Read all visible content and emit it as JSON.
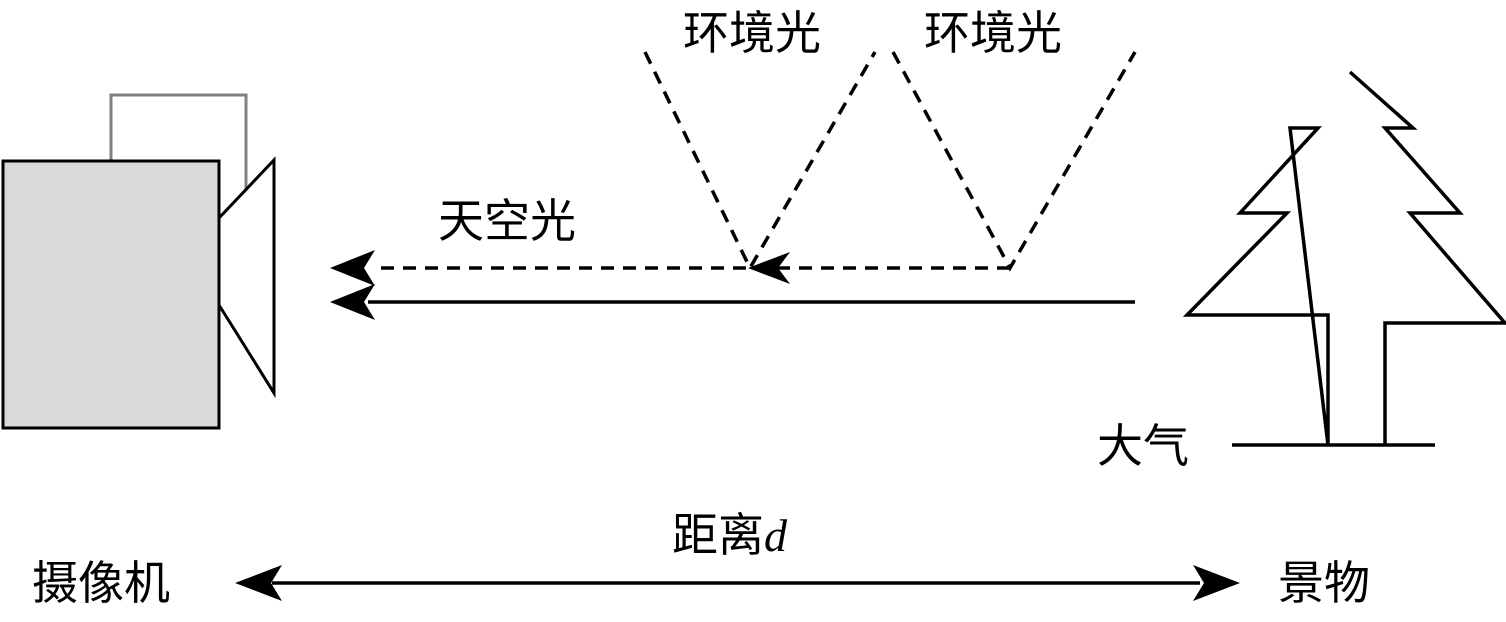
{
  "labels": {
    "ambient_light_1": "环境光",
    "ambient_light_2": "环境光",
    "sky_light": "天空光",
    "atmosphere": "大气",
    "distance": "距离",
    "distance_symbol": "d",
    "camera": "摄像机",
    "scene": "景物"
  },
  "colors": {
    "camera_body_fill": "#d9d9d9",
    "camera_handle": "#808080",
    "stroke": "#000000",
    "background": "#ffffff"
  },
  "icons": {
    "camera": "video-camera-icon",
    "scene": "tree-icon"
  }
}
